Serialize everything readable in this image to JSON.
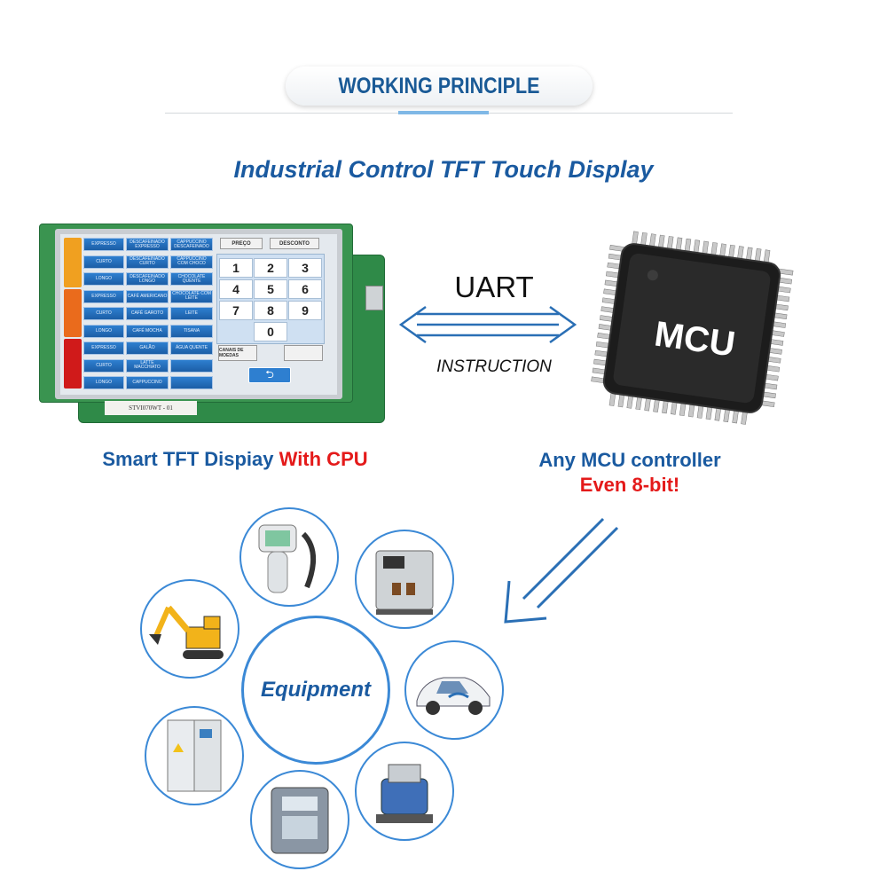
{
  "header": {
    "title": "WORKING PRINCIPLE"
  },
  "main_title": "Industrial Control TFT Touch Display",
  "display": {
    "caption_main": "Smart TFT Dispiay ",
    "caption_highlight": "With CPU",
    "sticker": "STVI070WT - 01",
    "screen": {
      "top_buttons": [
        "PREÇO",
        "DESCONTO"
      ],
      "keys": [
        "1",
        "2",
        "3",
        "4",
        "5",
        "6",
        "7",
        "8",
        "9",
        "0"
      ],
      "menu_rows": [
        [
          "EXPRESSO",
          "DESCAFEINADO EXPRESSO",
          "CAPPUCCINO DESCAFEINADO"
        ],
        [
          "CURTO",
          "DESCAFEINADO CURTO",
          "CAPPUCCINO COM CHOCO"
        ],
        [
          "LONGO",
          "DESCAFEINADO LONGO",
          "CHOCOLATE QUENTE"
        ],
        [
          "EXPRESSO",
          "CAFÉ AMERICANO",
          "CHOCOLATE COM LEITE"
        ],
        [
          "CURTO",
          "CAFÉ GAROTO",
          "LEITE"
        ],
        [
          "LONGO",
          "CAFÉ MOCHA",
          "TISANA"
        ],
        [
          "EXPRESSO",
          "GALÃO",
          "ÁGUA QUENTE"
        ],
        [
          "CURTO",
          "LATTE MACCHIATO",
          ""
        ],
        [
          "LONGO",
          "CAPPUCCINO",
          ""
        ]
      ],
      "canais_label": "CANAIS DE MOEDAS"
    }
  },
  "link": {
    "protocol": "UART",
    "label": "INSTRUCTION"
  },
  "mcu": {
    "chip_label": "MCU",
    "caption_line1": "Any MCU controller",
    "caption_line2": "Even 8-bit!"
  },
  "equipment": {
    "label": "Equipment"
  },
  "colors": {
    "accent_blue": "#1a5aa0",
    "highlight_red": "#e41a1a",
    "circle_border": "#3b89d6"
  }
}
